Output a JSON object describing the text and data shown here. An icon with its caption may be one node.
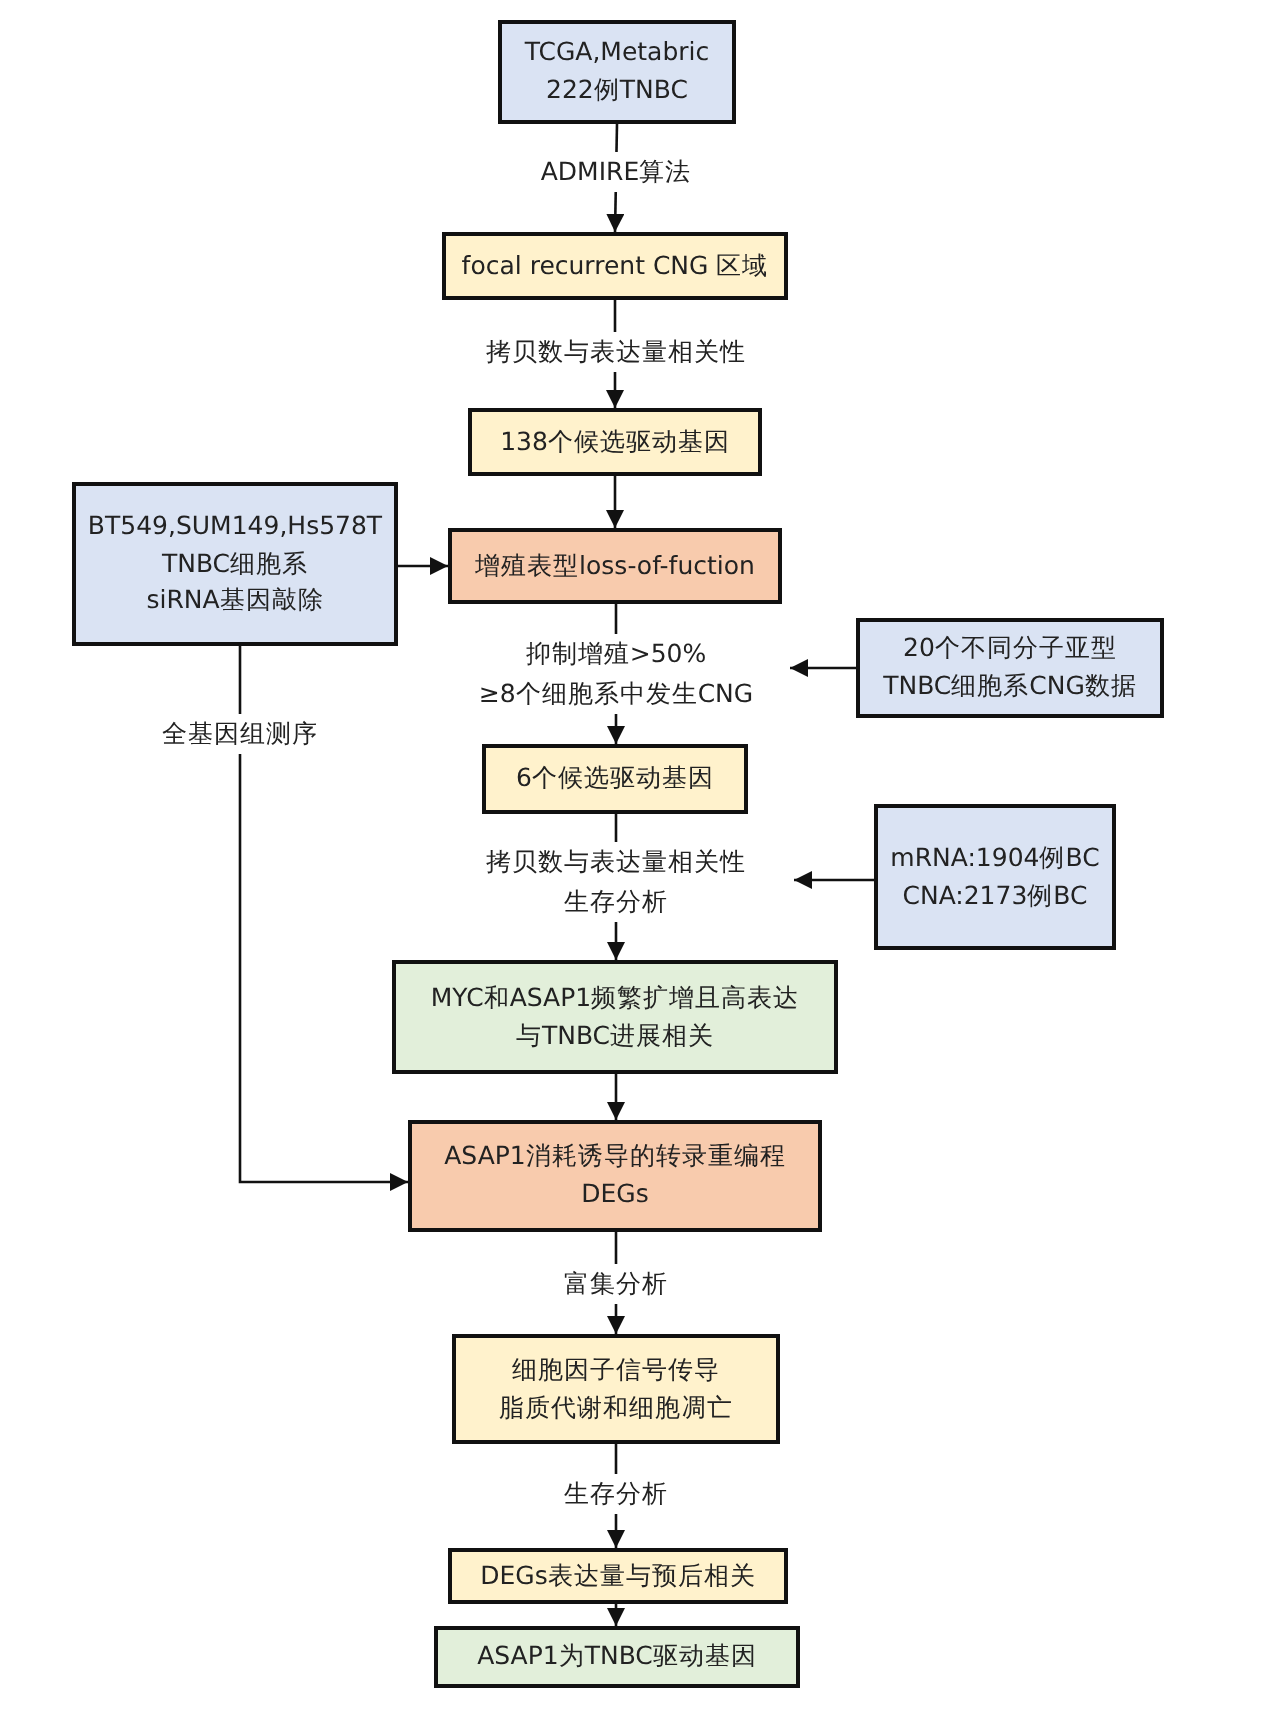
{
  "diagram": {
    "nodes": [
      {
        "text": [
          "TCGA,Metabric",
          "222例TNBC"
        ]
      },
      {
        "text": [
          "focal recurrent CNG 区域"
        ]
      },
      {
        "text": [
          "138个候选驱动基因"
        ]
      },
      {
        "text": [
          "BT549,SUM149,Hs578T",
          "TNBC细胞系",
          "siRNA基因敲除"
        ]
      },
      {
        "text": [
          "增殖表型loss-of-fuction"
        ]
      },
      {
        "text": [
          "20个不同分子亚型",
          "TNBC细胞系CNG数据"
        ]
      },
      {
        "text": [
          "6个候选驱动基因"
        ]
      },
      {
        "text": [
          "mRNA:1904例BC",
          "CNA:2173例BC"
        ]
      },
      {
        "text": [
          "MYC和ASAP1频繁扩增且高表达",
          "与TNBC进展相关"
        ]
      },
      {
        "text": [
          "ASAP1消耗诱导的转录重编程",
          "DEGs"
        ]
      },
      {
        "text": [
          "细胞因子信号传导",
          "脂质代谢和细胞凋亡"
        ]
      },
      {
        "text": [
          "DEGs表达量与预后相关"
        ]
      },
      {
        "text": [
          "ASAP1为TNBC驱动基因"
        ]
      }
    ],
    "edges": [
      {
        "from": 0,
        "to": 1,
        "arrow": "to",
        "label": "ADMIRE算法"
      },
      {
        "from": 1,
        "to": 2,
        "arrow": "to",
        "label": "拷贝数与表达量相关性"
      },
      {
        "from": 2,
        "to": 4,
        "arrow": "to"
      },
      {
        "from": 3,
        "to": 4,
        "arrow": "to"
      },
      {
        "from": 4,
        "to": 6,
        "arrow": "to",
        "label": "抑制增殖>50% ≥8个细胞系中发生CNG"
      },
      {
        "from": 5,
        "to": null,
        "arrow": "to"
      },
      {
        "from": 6,
        "to": 8,
        "arrow": "to",
        "label": "拷贝数与表达量相关性生存分析"
      },
      {
        "from": 7,
        "to": null,
        "arrow": "to"
      },
      {
        "from": 8,
        "to": 9,
        "arrow": "to"
      },
      {
        "from": 3,
        "to": 9,
        "arrow": "to",
        "label": "全基因组测序"
      },
      {
        "from": 9,
        "to": 10,
        "arrow": "to",
        "label": "富集分析"
      },
      {
        "from": 10,
        "to": 11,
        "arrow": "to",
        "label": "生存分析"
      },
      {
        "from": 11,
        "to": 12,
        "arrow": "to"
      }
    ]
  }
}
